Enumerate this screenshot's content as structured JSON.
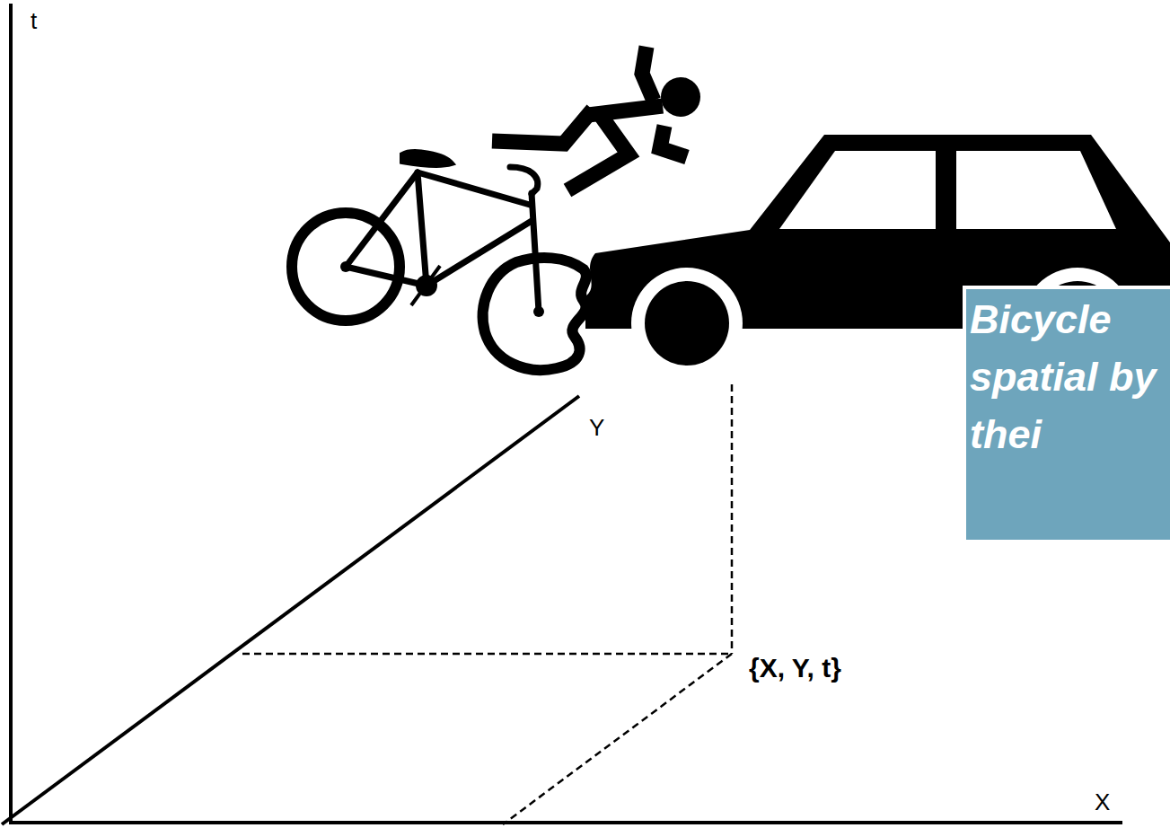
{
  "diagram": {
    "nodes": [
      {
        "text": [
          "Bicycle spatial by thei"
        ]
      }
    ],
    "labels": [
      "t",
      "Y",
      "X",
      "{X, Y, t}"
    ]
  }
}
